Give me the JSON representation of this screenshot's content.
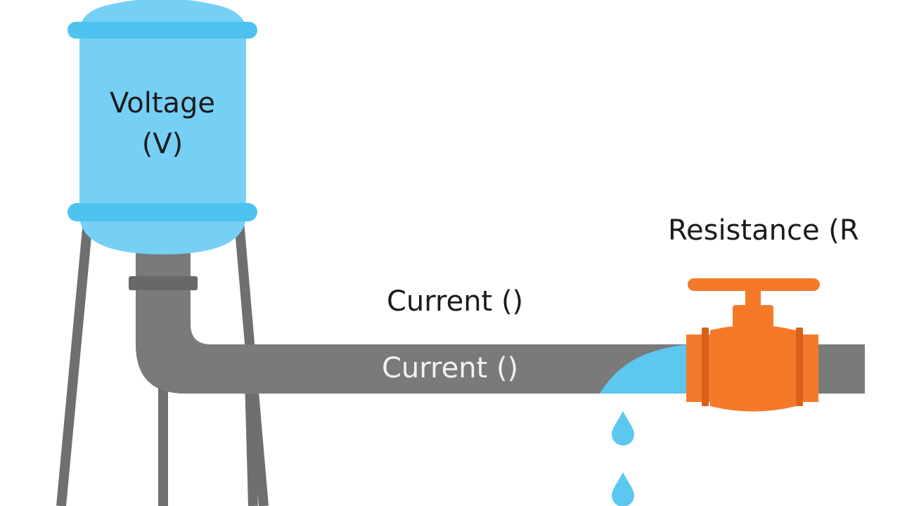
{
  "tank": {
    "label_line1": "Voltage",
    "label_line2": "(V)",
    "color": "#76cff5",
    "rim_color": "#4fc3ef"
  },
  "valve": {
    "label": "Resistance (R",
    "color": "#f47a2a",
    "handle_color": "#f47a2a"
  },
  "pipe": {
    "label_above": "Current ()",
    "label_inside": "Current ()",
    "color": "#7a7a7a"
  },
  "water": {
    "color": "#5cc8f0",
    "drops": 2
  },
  "icons": [
    "water-tower-icon",
    "valve-icon",
    "water-drop-icon"
  ]
}
